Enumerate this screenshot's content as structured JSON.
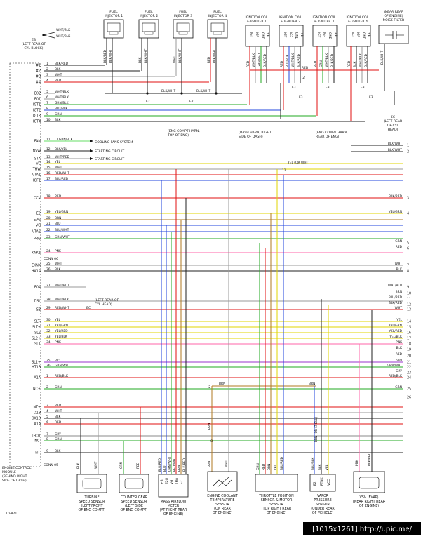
{
  "top_components": [
    {
      "label1": "FUEL",
      "label2": "INJECTOR 1"
    },
    {
      "label1": "FUEL",
      "label2": "INJECTOR 2"
    },
    {
      "label1": "FUEL",
      "label2": "INJECTOR 3"
    },
    {
      "label1": "FUEL",
      "label2": "INJECTOR 4"
    },
    {
      "label1": "IGNITION COIL",
      "label2": "& IGNITER 1"
    },
    {
      "label1": "IGNITION COIL",
      "label2": "& IGNITER 2"
    },
    {
      "label1": "IGNITION COIL",
      "label2": "& IGNITER 3"
    },
    {
      "label1": "IGNITION COIL",
      "label2": "& IGNITER 4"
    },
    {
      "label1": "(NEAR REAR",
      "label2": "OF ENGINE)",
      "label3": "NOISE FILTER"
    }
  ],
  "notes": {
    "eb_code": "EB",
    "eb_desc1": "(LEFT REAR OF",
    "eb_desc2": "CYL BLOCK)",
    "ec_code": "EC",
    "ec_desc1": "(LEFT REAR",
    "ec_desc2": "OF CYL",
    "ec_desc3": "HEAD)",
    "ec2_code": "EC",
    "ec2_desc1": "(LEFT REAR OF",
    "ec2_desc2": "CYL HEAD)",
    "harn1a": "(ENG COMPT HARN,",
    "harn1b": "TOP OF ENG)",
    "harn2a": "(DASH HARN, RIGHT",
    "harn2b": "SIDE OF DASH)",
    "harn3a": "(ENG COMPT HARN,",
    "harn3b": "REAR OF ENG)",
    "cooling": "COOLING FANS SYSTEM",
    "starting1": "STARTING CIRCUIT",
    "starting2": "STARTING CIRCUIT",
    "ecm1": "ENGINE CONTROL",
    "ecm2": "MODULE",
    "ecm3": "(BEHIND RIGHT",
    "ecm4": "SIDE OF DASH)",
    "conn1": "CONN 06",
    "conn2": "CONN 05",
    "yel_or_wht": "YEL (OR WHT)",
    "brn_or_ltblu": "BRN (OR LT BLU)",
    "splice_e2": "E2",
    "splice_e3": "E3",
    "splice_i2": "I2",
    "splice_12": "12",
    "splice_o": "O",
    "page_id": "10-871",
    "watermark": "[1015x1261] http://upic.me/"
  },
  "ecm_pins": [
    "#1",
    "#2",
    "#3",
    "#4",
    "E02",
    "E01",
    "IGT1",
    "IGT2",
    "IGT3",
    "IGT4",
    "FAN",
    "NSW",
    "STA",
    "VC",
    "THW",
    "VTA1",
    "IGF1",
    "CCV",
    "E2",
    "EVG",
    "VG",
    "VTA2",
    "PRG",
    "KNK1",
    "EKNK",
    "HA1A",
    "E04",
    "DSL",
    "S3",
    "SLT-",
    "SLT+",
    "SL2",
    "SL2+",
    "SL1",
    "SL1+",
    "HT1B",
    "A1A",
    "NC+",
    "NT+",
    "D1B",
    "OX1B",
    "A1A",
    "THO1",
    "NC-",
    "NT-"
  ],
  "ecm_wires": [
    "BLK/RED",
    "BLK",
    "WHT",
    "RED",
    "WHT/BLK",
    "WHT/BLK",
    "GRN/BLK",
    "BLU/BLK",
    "GRN",
    "BLK",
    "LT GRN/BLK",
    "BLK/YEL",
    "WHT/RED",
    "YEL",
    "WHT",
    "RED/WHT",
    "BLU/RED",
    "RED",
    "YEL/GRN",
    "BRN",
    "BLU",
    "BLU/WHT",
    "GRN/WHT",
    "PNK",
    "WHT",
    "BLK",
    "WHT/BLU",
    "WHT/BLK",
    "RED/WHT",
    "YEL",
    "YEL/GRN",
    "YEL/RED",
    "YEL/BLK",
    "PNK",
    "VIO",
    "GRN/WHT",
    "RED/BLK",
    "GRN",
    "RED",
    "WHT",
    "BLK",
    "RED",
    "GRY",
    "GRN",
    "BLK"
  ],
  "ecm_numbers": [
    "1",
    "2",
    "3",
    "4",
    "5",
    "6",
    "7",
    "8",
    "9",
    "10",
    "11",
    "12",
    "13",
    "14",
    "15",
    "16",
    "17",
    "18",
    "19",
    "20",
    "21",
    "22",
    "23",
    "24",
    "25",
    "26",
    "27",
    "28",
    "29",
    "30",
    "31",
    "32",
    "33",
    "34",
    "35",
    "36"
  ],
  "injector_wires": [
    "BLK/RED",
    "BLK/WHT",
    "BLK",
    "BLK/WHT",
    "WHT",
    "BLK/WHT",
    "RED",
    "BLK/WHT"
  ],
  "ign_pins": [
    "IGT",
    "IGF",
    "GND",
    "+B"
  ],
  "ign_wires": [
    [
      "RED",
      "WHT/BLK",
      "GRN/RED",
      "BLK/RED"
    ],
    [
      "RED",
      "BLU/BLK",
      "WHT/BLK",
      "BLK/RED"
    ],
    [
      "RED",
      "GRN",
      "WHT/BLK",
      "BLK/RED"
    ],
    [
      "RED",
      "BLK",
      "WHT/BLK",
      "BLK/RED"
    ]
  ],
  "right_labels": [
    {
      "n": "3",
      "w": "BLK/RED"
    },
    {
      "n": "4",
      "w": "YEL/GRN"
    },
    {
      "n": "5",
      "w": "GRN"
    },
    {
      "n": "6",
      "w": "RED"
    },
    {
      "n": "7",
      "w": "WHT"
    },
    {
      "n": "8",
      "w": "BLK"
    },
    {
      "n": "9",
      "w": "WHT/BLU"
    },
    {
      "n": "10",
      "w": "BRN"
    },
    {
      "n": "11",
      "w": "BLU/RED"
    },
    {
      "n": "12",
      "w": "BLK/RED"
    },
    {
      "n": "13",
      "w": "WHT"
    },
    {
      "n": "14",
      "w": "YEL"
    },
    {
      "n": "15",
      "w": "YEL/GRN"
    },
    {
      "n": "16",
      "w": "YEL/RED"
    },
    {
      "n": "17",
      "w": "YEL/BLK"
    },
    {
      "n": "18",
      "w": "PNK"
    },
    {
      "n": "19",
      "w": "BLK"
    },
    {
      "n": "20",
      "w": "RED"
    },
    {
      "n": "21",
      "w": "VIO"
    },
    {
      "n": "22",
      "w": "GRN/WHT"
    },
    {
      "n": "23",
      "w": "GRY"
    },
    {
      "n": "24",
      "w": "RED/BLK"
    },
    {
      "n": "25",
      "w": "GRN"
    },
    {
      "n": "26",
      "w": ""
    }
  ],
  "right_top": [
    {
      "w": "BLK/WHT",
      "n": "1"
    },
    {
      "w": "BLK/WHT",
      "n": "2"
    }
  ],
  "bottom_components": [
    {
      "l1": "TURBINE",
      "l2": "SPEED SENSOR",
      "l3": "(LEFT FRONT",
      "l4": "OF ENG COMPT)"
    },
    {
      "l1": "COUNTER GEAR",
      "l2": "SPEED SENSOR",
      "l3": "(LEFT SIDE",
      "l4": "OF ENG COMPT)"
    },
    {
      "l1": "MASS AIRFLOW",
      "l2": "METER",
      "l3": "(AT RIGHT REAR",
      "l4": "OF ENGINE)"
    },
    {
      "l1": "ENGINE COOLANT",
      "l2": "TEMPERATURE",
      "l3": "SENSOR",
      "l4": "(ON REAR",
      "l5": "OF ENGINE)"
    },
    {
      "l1": "THROTTLE POSITION",
      "l2": "SENSOR & MOTOR",
      "l3": "SENSOR",
      "l4": "(TOP RIGHT REAR",
      "l5": "OF ENGINE)"
    },
    {
      "l1": "VAPOR",
      "l2": "PRESSURE",
      "l3": "SENSOR",
      "l4": "(UNDER REAR",
      "l5": "OF VEHICLE)"
    },
    {
      "l1": "VSV (EVAP)",
      "l2": "(NEAR RIGHT REAR",
      "l3": "OF ENGINE)"
    }
  ],
  "bottom_wires": {
    "turbine": [
      "BLK",
      "WHT"
    ],
    "counter": [
      "GRN",
      "RED"
    ],
    "maf": [
      "BLU/RED",
      "BLU",
      "GRN/WHT",
      "RED/WHT",
      "BRN",
      "BLK/RED"
    ],
    "maf_pins": [
      "+B",
      "E2G",
      "VG",
      "THA",
      "E2"
    ],
    "ect": [
      "BRN",
      "WHT"
    ],
    "tps": [
      "GRN",
      "RED",
      "BRN",
      "YEL",
      "BLU/RED"
    ],
    "vapor": [
      "BLU/BLK",
      "BLK",
      "VEL"
    ],
    "vapor_pins": [
      "E2",
      "PTNK",
      "VCC"
    ],
    "vsv": [
      "PNK",
      "BLK/RED"
    ],
    "ect_vertical": "BRN"
  },
  "splice_brn": "BRN"
}
